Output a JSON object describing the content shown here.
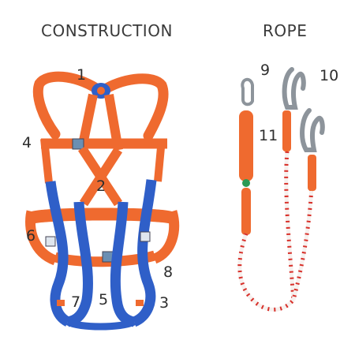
{
  "titles": {
    "construction": "CONSTRUCTION",
    "rope": "ROPE"
  },
  "callouts": {
    "n1": "1",
    "n2": "2",
    "n3": "3",
    "n4": "4",
    "n5": "5",
    "n6": "6",
    "n7": "7",
    "n8": "8",
    "n9": "9",
    "n10": "10",
    "n11": "11"
  },
  "colors": {
    "strap_orange": "#ef6a2f",
    "strap_blue": "#2f5fc8",
    "rope_white": "#f6f0ee",
    "rope_red": "#d8302a",
    "metal": "#9aa0a6"
  }
}
